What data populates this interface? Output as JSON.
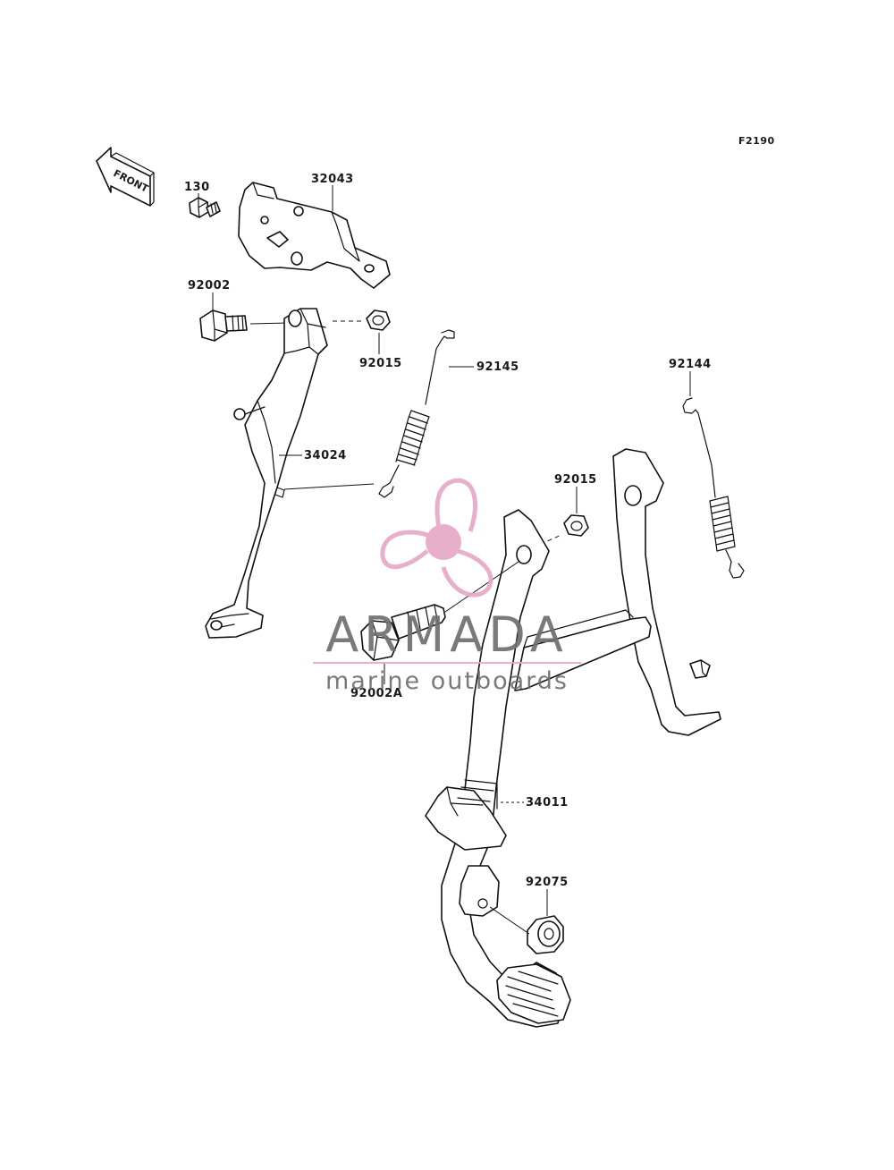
{
  "diagram": {
    "figure_code": "F2190",
    "front_label": "FRONT",
    "parts": {
      "p130": "130",
      "p32043": "32043",
      "p92002": "92002",
      "p92015_top": "92015",
      "p92145": "92145",
      "p92144": "92144",
      "p34024": "34024",
      "p92015_right": "92015",
      "p92002A": "92002A",
      "p34011": "34011",
      "p92075": "92075"
    }
  },
  "watermark": {
    "brand": "ARMADA",
    "tagline": "marine outboards",
    "colors": {
      "propeller": "#e7a9c6",
      "text": "#6f6f6f",
      "rule": "#e7a9c6"
    }
  }
}
